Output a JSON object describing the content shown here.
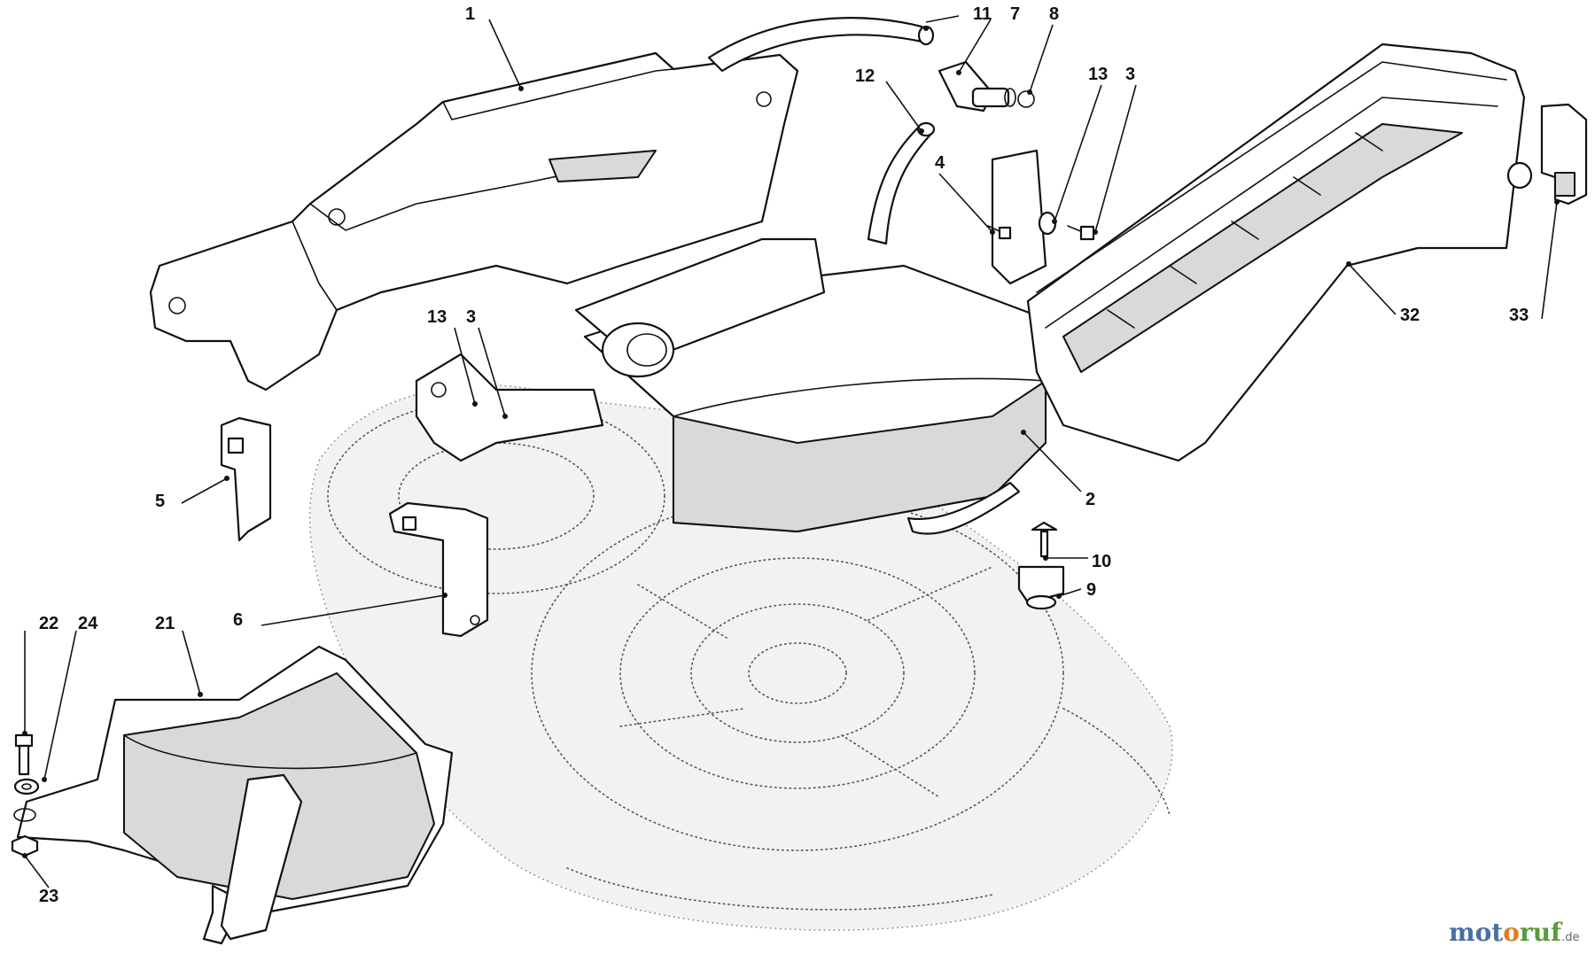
{
  "watermark": {
    "parts": [
      {
        "text": "mot",
        "color": "#4a6fa5"
      },
      {
        "text": "o",
        "color": "#e07b1f"
      },
      {
        "text": "ruf",
        "color": "#5a9a3a"
      },
      {
        "text": ".de",
        "color": "#666666"
      }
    ]
  },
  "callouts": [
    {
      "id": "c1",
      "label": "1"
    },
    {
      "id": "c11",
      "label": "11"
    },
    {
      "id": "c7",
      "label": "7"
    },
    {
      "id": "c8",
      "label": "8"
    },
    {
      "id": "c12",
      "label": "12"
    },
    {
      "id": "c13a",
      "label": "13"
    },
    {
      "id": "c3a",
      "label": "3"
    },
    {
      "id": "c4",
      "label": "4"
    },
    {
      "id": "c32",
      "label": "32"
    },
    {
      "id": "c33",
      "label": "33"
    },
    {
      "id": "c13b",
      "label": "13"
    },
    {
      "id": "c3b",
      "label": "3"
    },
    {
      "id": "c5",
      "label": "5"
    },
    {
      "id": "c2",
      "label": "2"
    },
    {
      "id": "c10",
      "label": "10"
    },
    {
      "id": "c9",
      "label": "9"
    },
    {
      "id": "c6",
      "label": "6"
    },
    {
      "id": "c22",
      "label": "22"
    },
    {
      "id": "c24",
      "label": "24"
    },
    {
      "id": "c21",
      "label": "21"
    },
    {
      "id": "c23",
      "label": "23"
    }
  ]
}
